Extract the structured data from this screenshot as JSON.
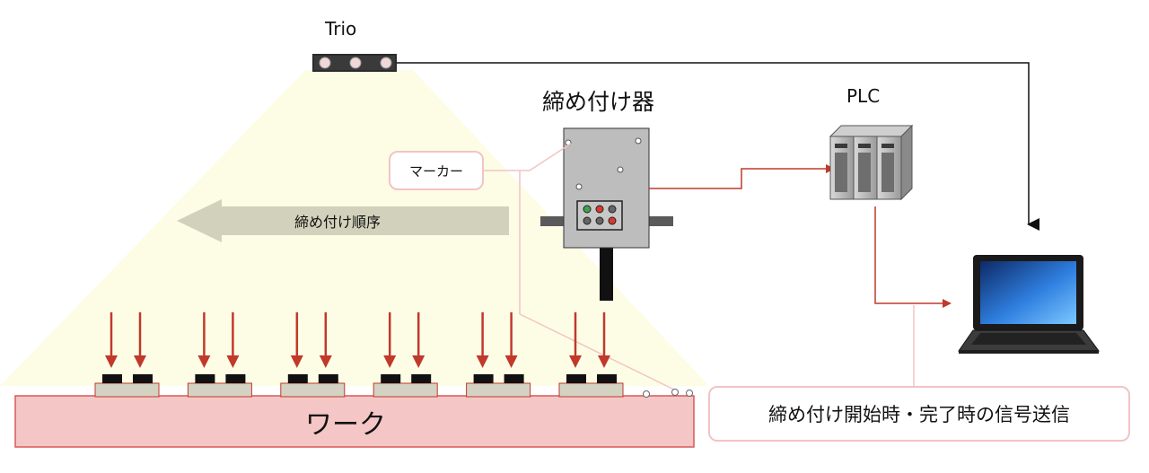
{
  "labels": {
    "trio": "Trio",
    "tool": "締め付け器",
    "plc": "PLC",
    "marker": "マーカー",
    "order": "締め付け順序",
    "work": "ワーク",
    "signal": "締め付け開始時・完了時の信号送信"
  },
  "colors": {
    "camera_view": "#fdfde6",
    "work_fill": "#f5c6c6",
    "work_border": "#d65a5a",
    "signal_arrow": "#c0392b",
    "data_line": "#111111",
    "callout_border": "#f2c4c4",
    "order_arrow": "#d2d2bc"
  },
  "icons": [
    "camera-icon",
    "tightening-tool-icon",
    "plc-icon",
    "laptop-icon"
  ],
  "bolt_groups": 6
}
